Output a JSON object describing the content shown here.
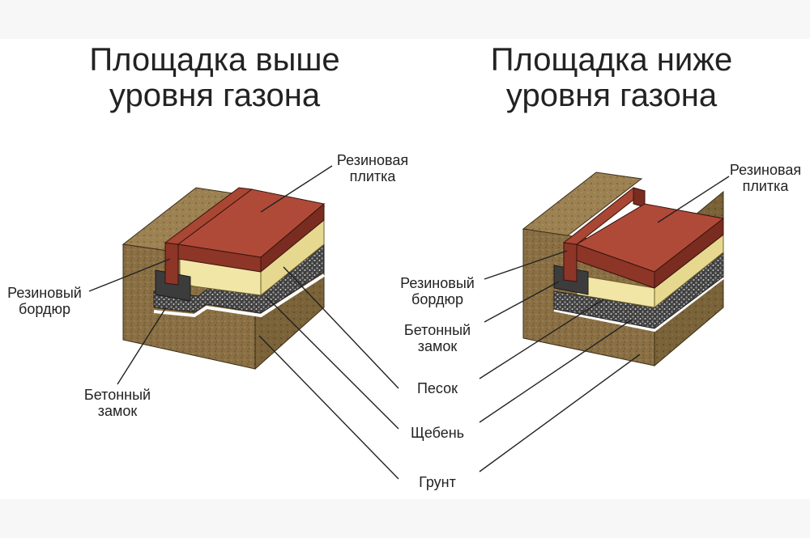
{
  "left_diagram": {
    "title_line1": "Площадка выше",
    "title_line2": "уровня газона",
    "labels": {
      "rubber_tile_1": "Резиновая",
      "rubber_tile_2": "плитка",
      "rubber_border_1": "Резиновый",
      "rubber_border_2": "бордюр",
      "concrete_lock_1": "Бетонный",
      "concrete_lock_2": "замок"
    }
  },
  "right_diagram": {
    "title_line1": "Площадка ниже",
    "title_line2": "уровня газона",
    "labels": {
      "rubber_tile_1": "Резиновая",
      "rubber_tile_2": "плитка",
      "rubber_border_1": "Резиновый",
      "rubber_border_2": "бордюр",
      "concrete_lock_1": "Бетонный",
      "concrete_lock_2": "замок"
    }
  },
  "shared_labels": {
    "sand": "Песок",
    "gravel": "Щебень",
    "soil": "Грунт"
  },
  "colors": {
    "rubber_tile": "#9b3d2e",
    "rubber_tile_top": "#b04a38",
    "sand": "#f2e6a6",
    "gravel": "#4a4a4a",
    "soil": "#8a7044",
    "concrete": "#3c3c3c",
    "leader_line": "#222222"
  }
}
